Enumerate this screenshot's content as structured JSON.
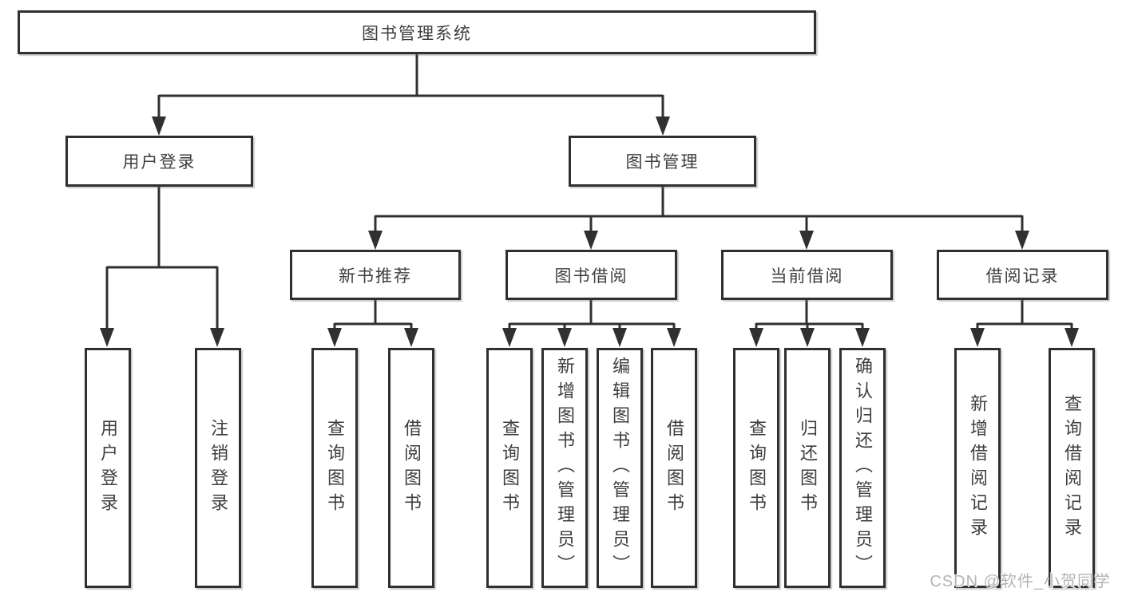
{
  "diagram": {
    "type": "hierarchy-tree",
    "root": {
      "label": "图书管理系统"
    },
    "branches": [
      {
        "label": "用户登录",
        "children": [
          {
            "label": "用户登录"
          },
          {
            "label": "注销登录"
          }
        ]
      },
      {
        "label": "图书管理",
        "children": [
          {
            "label": "新书推荐",
            "children": [
              {
                "label": "查询图书"
              },
              {
                "label": "借阅图书"
              }
            ]
          },
          {
            "label": "图书借阅",
            "children": [
              {
                "label": "查询图书"
              },
              {
                "label": "新增图书（管理员）"
              },
              {
                "label": "编辑图书（管理员）"
              },
              {
                "label": "借阅图书"
              }
            ]
          },
          {
            "label": "当前借阅",
            "children": [
              {
                "label": "查询图书"
              },
              {
                "label": "归还图书"
              },
              {
                "label": "确认归还（管理员）"
              }
            ]
          },
          {
            "label": "借阅记录",
            "children": [
              {
                "label": "新增借阅记录"
              },
              {
                "label": "查询借阅记录"
              }
            ]
          }
        ]
      }
    ],
    "watermark": "CSDN @软件_小贺同学",
    "colors": {
      "line": "#303030",
      "box_border": "#303030",
      "text": "#3e3e3e",
      "background": "#ffffff",
      "watermark": "#b4b4b4"
    }
  }
}
